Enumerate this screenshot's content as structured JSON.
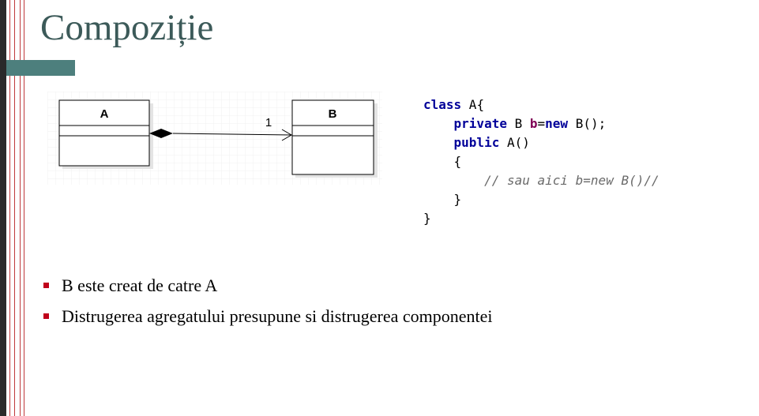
{
  "slide": {
    "title": "Compoziție"
  },
  "diagram": {
    "class_a": {
      "name": "A"
    },
    "class_b": {
      "name": "B"
    },
    "association": {
      "kind": "composition",
      "multiplicity": "1"
    }
  },
  "code": {
    "lines": [
      {
        "parts": [
          {
            "t": "class",
            "s": "kw"
          },
          {
            "t": " A{",
            "s": "plain"
          }
        ]
      },
      {
        "parts": [
          {
            "t": "    ",
            "s": "plain"
          },
          {
            "t": "private",
            "s": "kw"
          },
          {
            "t": " B ",
            "s": "plain"
          },
          {
            "t": "b",
            "s": "kw2"
          },
          {
            "t": "=",
            "s": "plain"
          },
          {
            "t": "new",
            "s": "kw"
          },
          {
            "t": " B();",
            "s": "plain"
          }
        ]
      },
      {
        "parts": [
          {
            "t": "    ",
            "s": "plain"
          },
          {
            "t": "public",
            "s": "kw"
          },
          {
            "t": " A()",
            "s": "plain"
          }
        ]
      },
      {
        "parts": [
          {
            "t": "    {",
            "s": "plain"
          }
        ]
      },
      {
        "parts": [
          {
            "t": "        ",
            "s": "plain"
          },
          {
            "t": "// sau aici b=new B()//",
            "s": "cm"
          }
        ]
      },
      {
        "parts": [
          {
            "t": "    }",
            "s": "plain"
          }
        ]
      },
      {
        "parts": [
          {
            "t": "}",
            "s": "plain"
          }
        ]
      }
    ]
  },
  "bullets": [
    "B este creat de catre A",
    "Distrugerea agregatului presupune si distrugerea componentei"
  ],
  "colors": {
    "title": "#3c5a59",
    "title_bar": "#4d7f7d",
    "bullet_marker": "#c0001b",
    "keyword": "#000099",
    "variable": "#7f0055",
    "comment": "#6a6a6a"
  }
}
